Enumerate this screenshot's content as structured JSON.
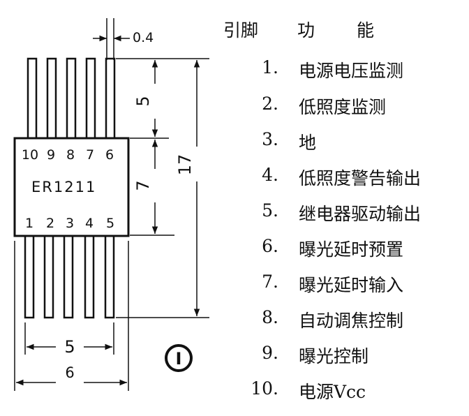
{
  "chip": {
    "model": "ER1211",
    "top_pins": [
      "10",
      "9",
      "8",
      "7",
      "6"
    ],
    "bottom_pins": [
      "1",
      "2",
      "3",
      "4",
      "5"
    ]
  },
  "dimensions": {
    "pin_width": "0.4",
    "lead_length": "5",
    "body_height": "7",
    "total_height": "17",
    "pin_span": "5",
    "body_width": "6"
  },
  "circled_label": "I",
  "table": {
    "header_pin": "引脚",
    "header_function": "功能",
    "rows": [
      {
        "num": "1.",
        "func": "电源电压监测"
      },
      {
        "num": "2.",
        "func": "低照度监测"
      },
      {
        "num": "3.",
        "func": "地"
      },
      {
        "num": "4.",
        "func": "低照度警告输出"
      },
      {
        "num": "5.",
        "func": "继电器驱动输出"
      },
      {
        "num": "6.",
        "func": "曝光延时预置"
      },
      {
        "num": "7.",
        "func": "曝光延时输入"
      },
      {
        "num": "8.",
        "func": "自动调焦控制"
      },
      {
        "num": "9.",
        "func": "曝光控制"
      },
      {
        "num": "10.",
        "func": "电源Vcc"
      }
    ]
  }
}
